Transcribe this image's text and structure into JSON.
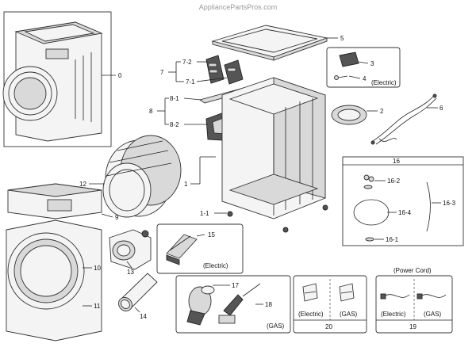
{
  "watermark": "AppliancePartsPros.com",
  "labels": {
    "p0": "0",
    "p1": "1",
    "p1_1": "1-1",
    "p2": "2",
    "p3": "3",
    "p4": "4",
    "p5": "5",
    "p6": "6",
    "p7": "7",
    "p7_1": "7-1",
    "p7_2": "7-2",
    "p8": "8",
    "p8_1": "8-1",
    "p8_2": "8-2",
    "p9": "9",
    "p10": "10",
    "p11": "11",
    "p12": "12",
    "p13": "13",
    "p14": "14",
    "p15": "15",
    "p16": "16",
    "p16_1": "16-1",
    "p16_2": "16-2",
    "p16_3": "16-3",
    "p16_4": "16-4",
    "p17": "17",
    "p18": "18",
    "p19": "19",
    "p20": "20"
  },
  "captions": {
    "electric_3": "(Electric)",
    "electric_15": "(Electric)",
    "gas_17": "(GAS)",
    "power_cord": "(Power Cord)",
    "electric_20": "(Electric)",
    "gas_20": "(GAS)",
    "electric_19": "(Electric)",
    "gas_19": "(GAS)"
  }
}
